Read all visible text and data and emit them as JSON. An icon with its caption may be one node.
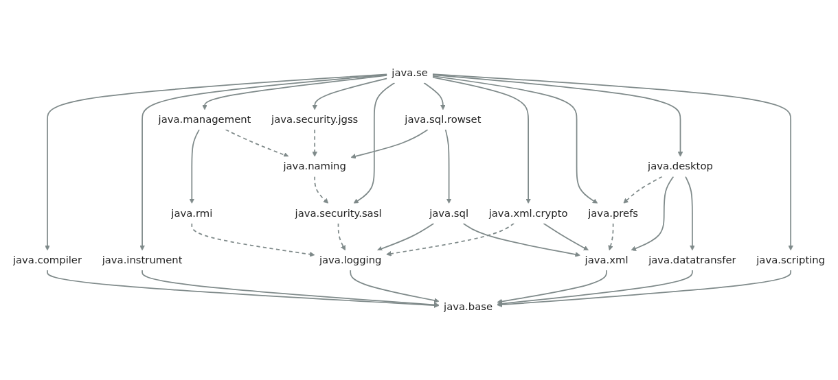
{
  "diagram": {
    "nodes": [
      {
        "text": [
          "java.se"
        ]
      },
      {
        "text": [
          "java.management"
        ]
      },
      {
        "text": [
          "java.security.jgss"
        ]
      },
      {
        "text": [
          "java.sql.rowset"
        ]
      },
      {
        "text": [
          "java.desktop"
        ]
      },
      {
        "text": [
          "java.rmi"
        ]
      },
      {
        "text": [
          "java.naming"
        ]
      },
      {
        "text": [
          "java.prefs"
        ]
      },
      {
        "text": [
          "java.security.sasl"
        ]
      },
      {
        "text": [
          "java.sql"
        ]
      },
      {
        "text": [
          "java.xml.crypto"
        ]
      },
      {
        "text": [
          "java.compiler"
        ]
      },
      {
        "text": [
          "java.instrument"
        ]
      },
      {
        "text": [
          "java.logging"
        ]
      },
      {
        "text": [
          "java.xml"
        ]
      },
      {
        "text": [
          "java.datatransfer"
        ]
      },
      {
        "text": [
          "java.scripting"
        ]
      },
      {
        "text": [
          "java.base"
        ]
      }
    ],
    "edges": [
      {
        "from": 0,
        "to": 11,
        "arrow": "to"
      },
      {
        "from": 0,
        "to": 12,
        "arrow": "to"
      },
      {
        "from": 0,
        "to": 1,
        "arrow": "to"
      },
      {
        "from": 0,
        "to": 2,
        "arrow": "to"
      },
      {
        "from": 0,
        "to": 8,
        "arrow": "to"
      },
      {
        "from": 0,
        "to": 3,
        "arrow": "to"
      },
      {
        "from": 0,
        "to": 10,
        "arrow": "to"
      },
      {
        "from": 0,
        "to": 7,
        "arrow": "to"
      },
      {
        "from": 0,
        "to": 4,
        "arrow": "to"
      },
      {
        "from": 0,
        "to": 16,
        "arrow": "to"
      },
      {
        "from": 1,
        "to": 5,
        "arrow": "to"
      },
      {
        "from": 1,
        "to": 6,
        "arrow": "to",
        "style": "dashed"
      },
      {
        "from": 2,
        "to": 6,
        "arrow": "to",
        "style": "dashed"
      },
      {
        "from": 3,
        "to": 6,
        "arrow": "to"
      },
      {
        "from": 3,
        "to": 9,
        "arrow": "to"
      },
      {
        "from": 4,
        "to": 7,
        "arrow": "to",
        "style": "dashed"
      },
      {
        "from": 4,
        "to": 14,
        "arrow": "to"
      },
      {
        "from": 4,
        "to": 15,
        "arrow": "to"
      },
      {
        "from": 5,
        "to": 13,
        "arrow": "to",
        "style": "dashed"
      },
      {
        "from": 6,
        "to": 8,
        "arrow": "to",
        "style": "dashed"
      },
      {
        "from": 7,
        "to": 14,
        "arrow": "to",
        "style": "dashed"
      },
      {
        "from": 8,
        "to": 13,
        "arrow": "to",
        "style": "dashed"
      },
      {
        "from": 9,
        "to": 13,
        "arrow": "to"
      },
      {
        "from": 9,
        "to": 14,
        "arrow": "to"
      },
      {
        "from": 10,
        "to": 13,
        "arrow": "to",
        "style": "dashed"
      },
      {
        "from": 10,
        "to": 14,
        "arrow": "to"
      },
      {
        "from": 11,
        "to": 17,
        "arrow": "to"
      },
      {
        "from": 12,
        "to": 17,
        "arrow": "to"
      },
      {
        "from": 13,
        "to": 17,
        "arrow": "to"
      },
      {
        "from": 14,
        "to": 17,
        "arrow": "to"
      },
      {
        "from": 15,
        "to": 17,
        "arrow": "to"
      },
      {
        "from": 16,
        "to": 17,
        "arrow": "to"
      }
    ]
  }
}
